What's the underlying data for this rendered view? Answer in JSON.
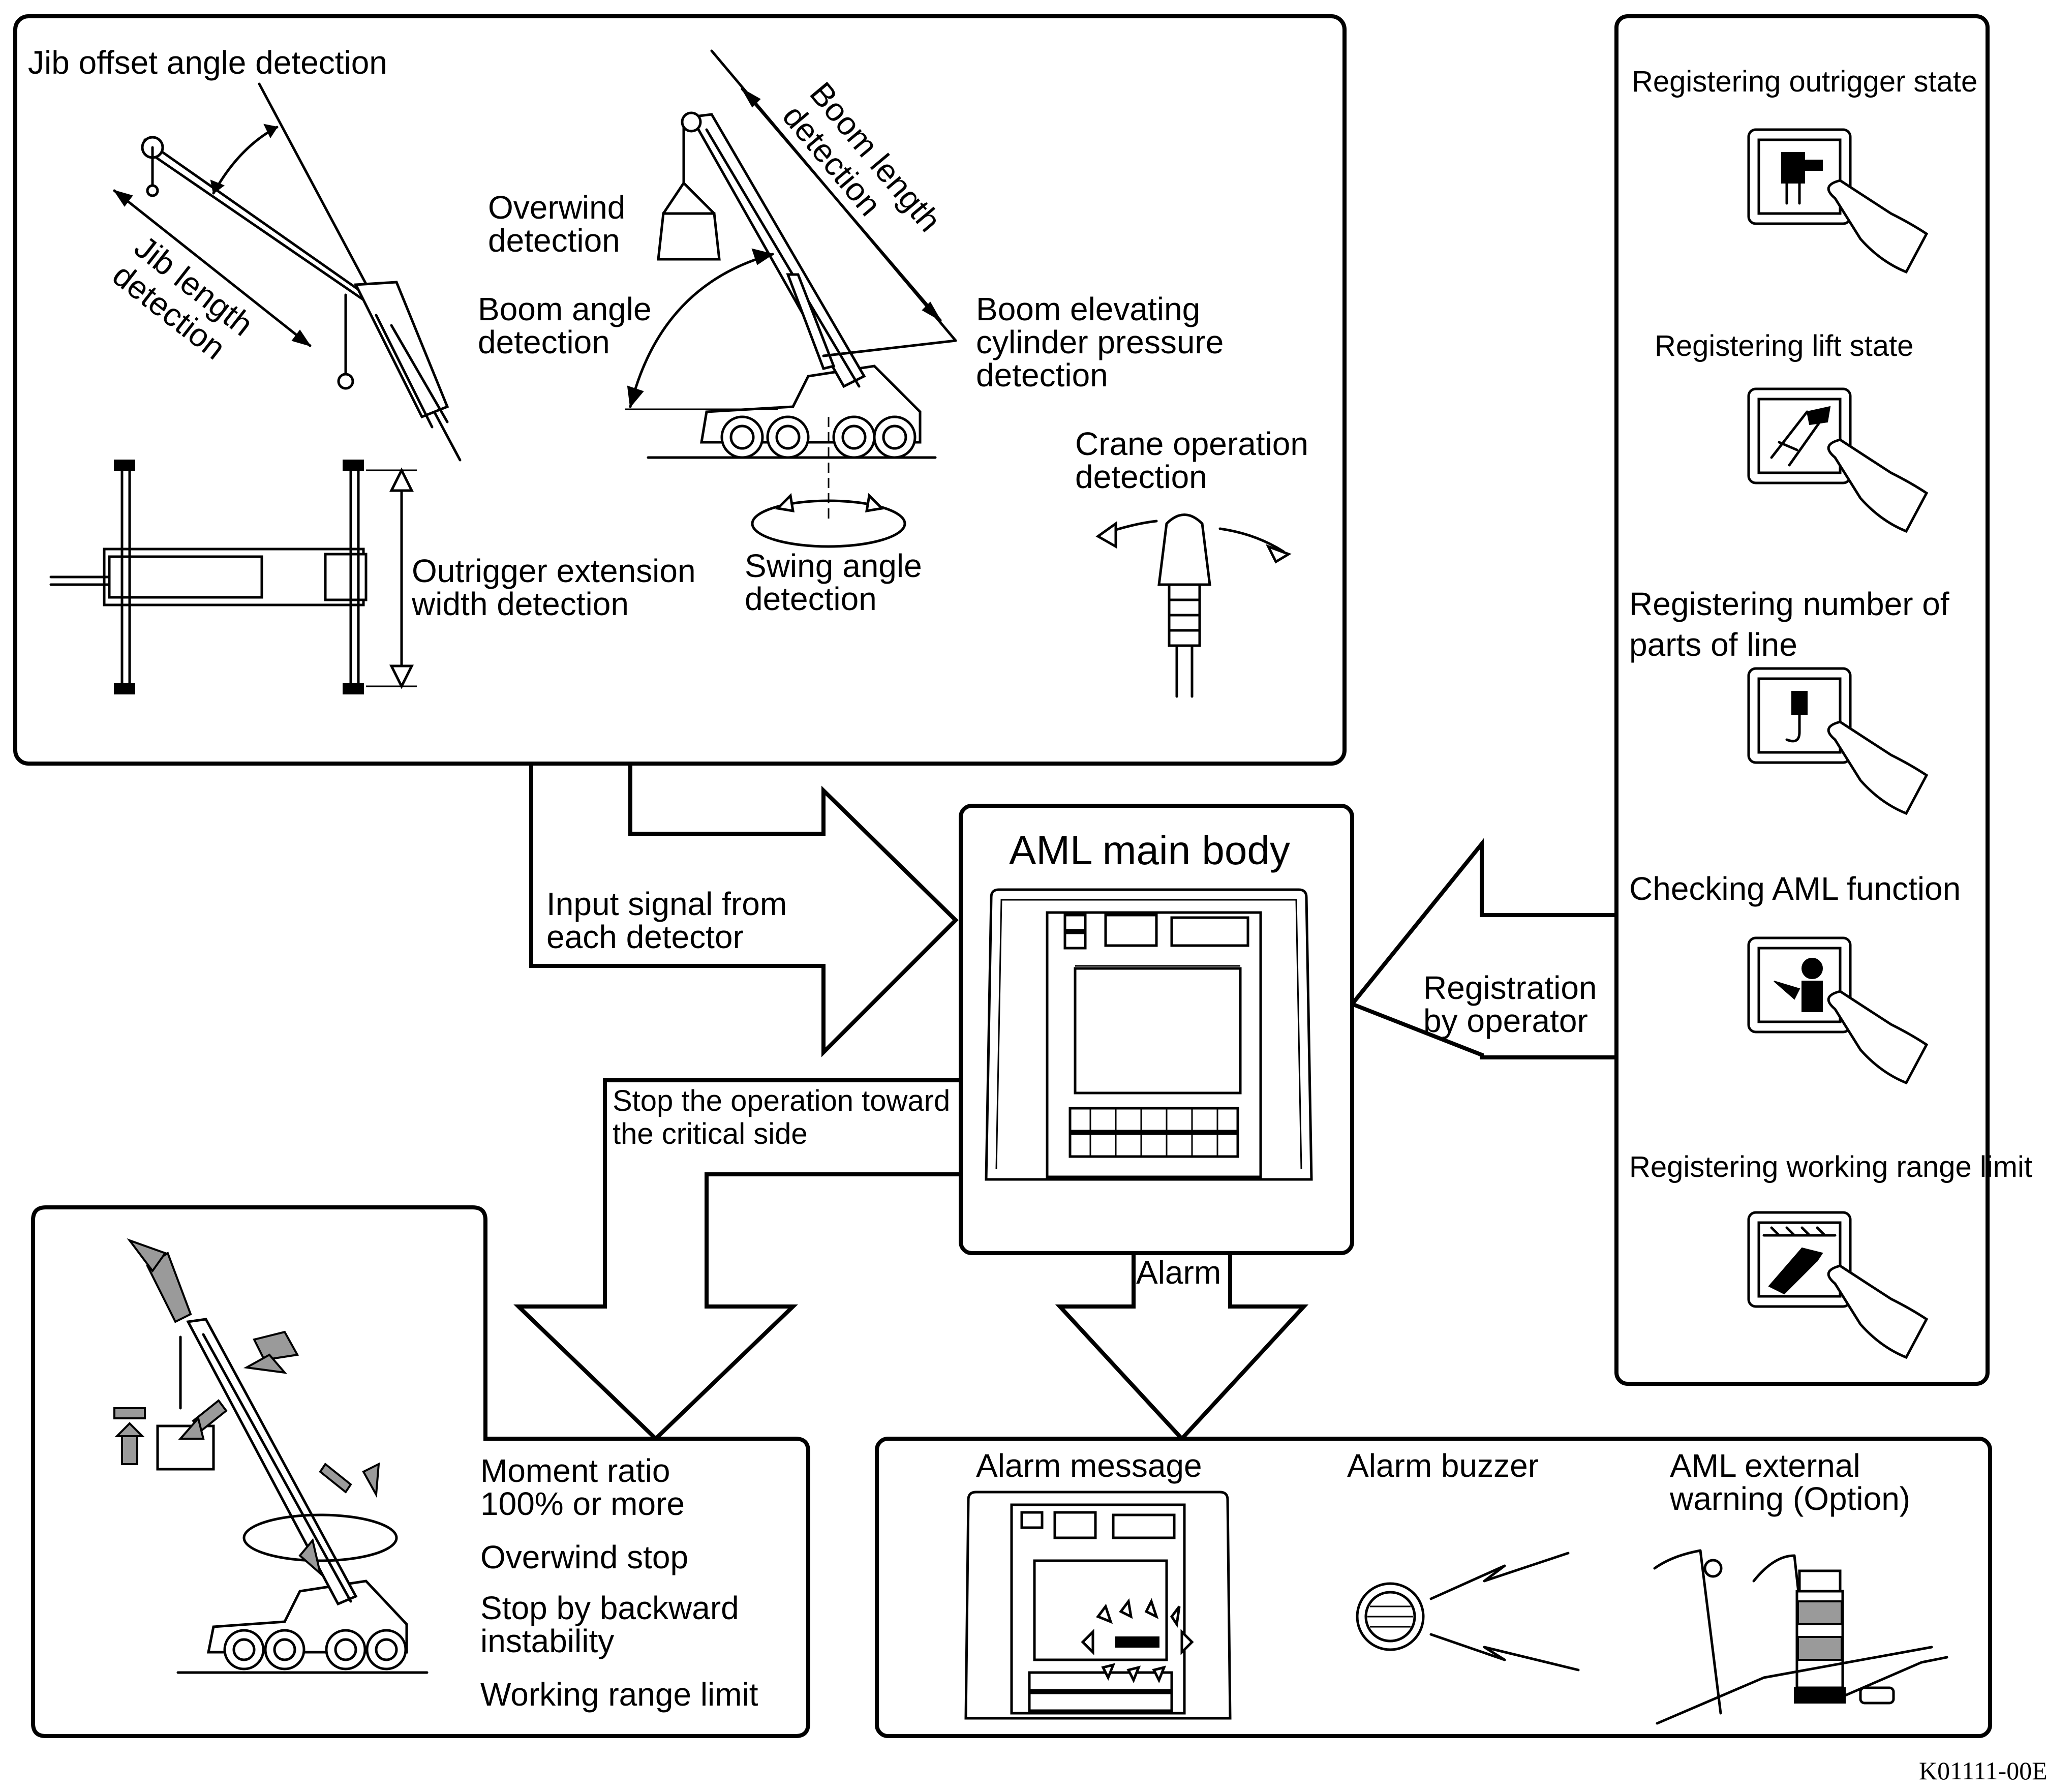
{
  "sensors": {
    "jib_offset": "Jib offset angle detection",
    "jib_length_1": "Jib length",
    "jib_length_2": "detection",
    "overwind_1": "Overwind",
    "overwind_2": "detection",
    "boom_length_1": "Boom length",
    "boom_length_2": "detection",
    "boom_angle_1": "Boom angle",
    "boom_angle_2": "detection",
    "cylinder_1": "Boom elevating",
    "cylinder_2": "cylinder pressure",
    "cylinder_3": "detection",
    "crane_op_1": "Crane operation",
    "crane_op_2": "detection",
    "outrigger_1": "Outrigger extension",
    "outrigger_2": "width detection",
    "swing_1": "Swing angle",
    "swing_2": "detection"
  },
  "flow": {
    "input_1": "Input signal from",
    "input_2": "each detector",
    "registration_1": "Registration",
    "registration_2": "by operator",
    "stop_1": "Stop the operation toward",
    "stop_2": "the critical side",
    "alarm": "Alarm"
  },
  "main_body": {
    "title": "AML main body"
  },
  "registration": {
    "items": [
      {
        "label_1": "Registering outrigger state",
        "label_2": ""
      },
      {
        "label_1": "Registering lift state",
        "label_2": ""
      },
      {
        "label_1": "Registering number of",
        "label_2": "parts of line"
      },
      {
        "label_1": "Checking AML function",
        "label_2": ""
      },
      {
        "label_1": "Registering working range limit",
        "label_2": ""
      }
    ]
  },
  "stop_panel": {
    "moment_1": "Moment ratio",
    "moment_2": "100% or more",
    "overwind": "Overwind stop",
    "backward_1": "Stop by backward",
    "backward_2": "instability",
    "range": "Working range limit"
  },
  "alarm_panel": {
    "message": "Alarm message",
    "buzzer": "Alarm buzzer",
    "external_1": "AML external",
    "external_2": "warning (Option)"
  },
  "footer": {
    "code": "K01111-00E"
  }
}
